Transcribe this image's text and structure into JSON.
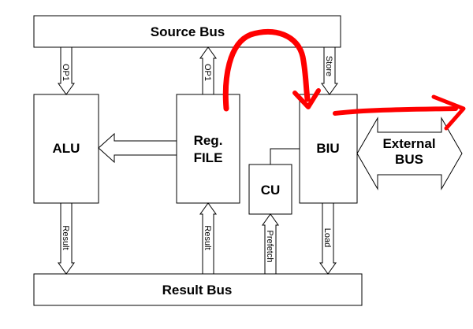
{
  "blocks": {
    "source_bus": "Source Bus",
    "result_bus": "Result Bus",
    "alu": "ALU",
    "reg_file_line1": "Reg.",
    "reg_file_line2": "FILE",
    "cu": "CU",
    "biu": "BIU",
    "external_bus_line1": "External",
    "external_bus_line2": "BUS"
  },
  "signals": {
    "op1_alu": "OP1",
    "op1_reg": "OP1",
    "store": "Store",
    "result_alu": "Result",
    "result_reg": "Result",
    "prefetch": "Prefetch",
    "load": "Load"
  },
  "colors": {
    "line": "#000000",
    "fill": "#ffffff",
    "annotation": "#ff0000"
  }
}
